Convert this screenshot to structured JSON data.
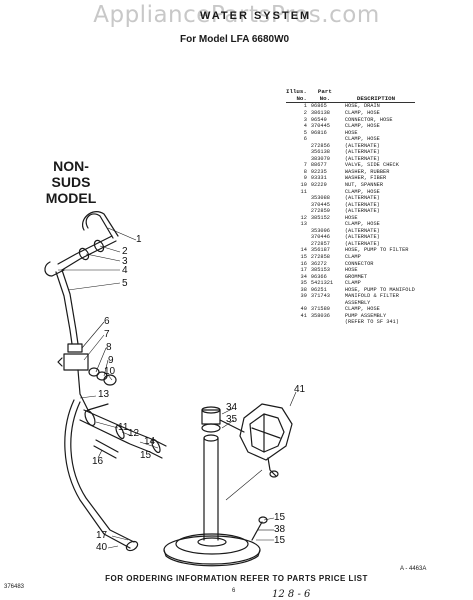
{
  "watermark": "AppliancePartsPros.com",
  "header": {
    "title": "WATER SYSTEM",
    "subtitle": "For Model LFA 6680W0"
  },
  "model_label": [
    "NON-SUDS",
    "MODEL"
  ],
  "table": {
    "head_top": [
      "Illus.",
      "Part"
    ],
    "head_bottom": [
      "No.",
      "No.",
      "DESCRIPTION"
    ],
    "rows": [
      [
        "1",
        "96865",
        "HOSE, DRAIN"
      ],
      [
        "2",
        "386138",
        "CLAMP, HOSE"
      ],
      [
        "3",
        "96549",
        "CONNECTOR, HOSE"
      ],
      [
        "4",
        "370445",
        "CLAMP, HOSE"
      ],
      [
        "5",
        "96816",
        "HOSE"
      ],
      [
        "6",
        "",
        "CLAMP, HOSE"
      ],
      [
        "",
        "272856",
        "(ALTERNATE)"
      ],
      [
        "",
        "356138",
        "(ALTERNATE)"
      ],
      [
        "",
        "383070",
        "(ALTERNATE)"
      ],
      [
        "7",
        "88677",
        "VALVE, SIDE CHECK"
      ],
      [
        "8",
        "92235",
        "WASHER, RUBBER"
      ],
      [
        "9",
        "93331",
        "WASHER, FIBER"
      ],
      [
        "10",
        "92229",
        "NUT, SPANNER"
      ],
      [
        "11",
        "",
        "CLAMP, HOSE"
      ],
      [
        "",
        "353088",
        "(ALTERNATE)"
      ],
      [
        "",
        "370445",
        "(ALTERNATE)"
      ],
      [
        "",
        "272859",
        "(ALTERNATE)"
      ],
      [
        "12",
        "385152",
        "HOSE"
      ],
      [
        "13",
        "",
        "CLAMP, HOSE"
      ],
      [
        "",
        "353096",
        "(ALTERNATE)"
      ],
      [
        "",
        "370446",
        "(ALTERNATE)"
      ],
      [
        "",
        "272857",
        "(ALTERNATE)"
      ],
      [
        "14",
        "356187",
        "HOSE, PUMP TO FILTER"
      ],
      [
        "15",
        "272858",
        "CLAMP"
      ],
      [
        "16",
        "36272",
        "CONNECTOR"
      ],
      [
        "17",
        "385153",
        "HOSE"
      ],
      [
        "34",
        "96366",
        "GROMMET"
      ],
      [
        "35",
        "5421321",
        "CLAMP"
      ],
      [
        "38",
        "96251",
        "HOSE, PUMP TO MANIFOLD"
      ],
      [
        "39",
        "371743",
        "MANIFOLD & FILTER"
      ],
      [
        "",
        "",
        "ASSEMBLY"
      ],
      [
        "40",
        "371580",
        "CLAMP, HOSE"
      ],
      [
        "41",
        "358036",
        "PUMP ASSEMBLY"
      ],
      [
        "",
        "",
        "(REFER TO SF 341)"
      ]
    ]
  },
  "callouts": {
    "c1": "1",
    "c2": "2",
    "c3": "3",
    "c4": "4",
    "c5": "5",
    "c6": "6",
    "c7": "7",
    "c8": "8",
    "c9": "9",
    "c10": "10",
    "c13": "13",
    "c11": "11",
    "c12": "12",
    "c14": "14",
    "c15a": "15",
    "c16": "16",
    "c41": "41",
    "c34": "34",
    "c35": "35",
    "c15b": "15",
    "c38": "38",
    "c15c": "15",
    "c17": "17",
    "c40": "40"
  },
  "figure_id": "A - 4463A",
  "footer": "FOR ORDERING INFORMATION REFER TO PARTS PRICE LIST",
  "doc_code": "376483",
  "page_number": "6",
  "handwritten_note": "12 8 - 6"
}
